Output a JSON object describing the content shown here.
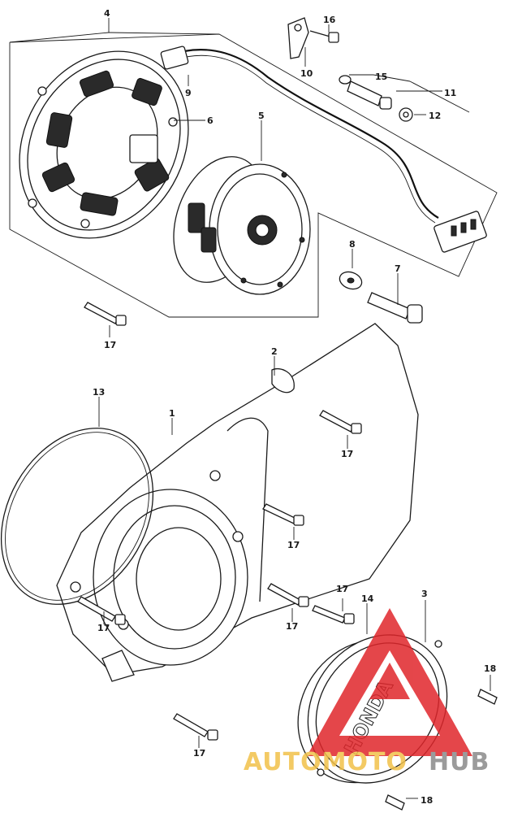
{
  "diagram": {
    "callouts": [
      "1",
      "2",
      "3",
      "4",
      "5",
      "6",
      "7",
      "8",
      "9",
      "11",
      "12",
      "13",
      "14",
      "15",
      "16",
      "17",
      "18"
    ],
    "cover_emblem": "HONDA"
  },
  "watermark": {
    "part1": "AUTOMOTO",
    "part2": "HUB",
    "colors": {
      "red": "#e0262b",
      "yellow": "#f2c14a",
      "gray": "#8a8a8a"
    }
  }
}
